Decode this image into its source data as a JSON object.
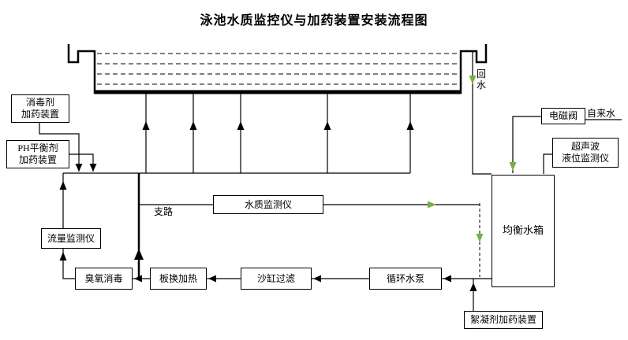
{
  "title": "泳池水质监控仪与加药装置安装流程图",
  "nodes": {
    "disinfectant_doser": {
      "line1": "消毒剂",
      "line2": "加药装置"
    },
    "ph_balancer_doser": {
      "line1": "PH平衡剂",
      "line2": "加药装置"
    },
    "flow_monitor": {
      "label": "流量监测仪"
    },
    "ozone_disinfection": {
      "label": "臭氧消毒"
    },
    "plate_heat_exchanger": {
      "label": "板换加热"
    },
    "sand_filter": {
      "label": "沙缸过滤"
    },
    "water_quality_monitor": {
      "label": "水质监测仪"
    },
    "circulation_pump": {
      "label": "循环水泵"
    },
    "balance_tank": {
      "label": "均衡水箱"
    },
    "solenoid_valve": {
      "label": "电磁阀"
    },
    "ultrasonic_level_monitor": {
      "line1": "超声波",
      "line2": "液位监测仪"
    },
    "flocculant_doser": {
      "label": "絮凝剂加药装置"
    }
  },
  "labels": {
    "branch_pipe": "支路",
    "return_water": "回水",
    "tap_water": "自来水"
  },
  "colors": {
    "line": "#000000",
    "flow_accent": "#76b043"
  }
}
